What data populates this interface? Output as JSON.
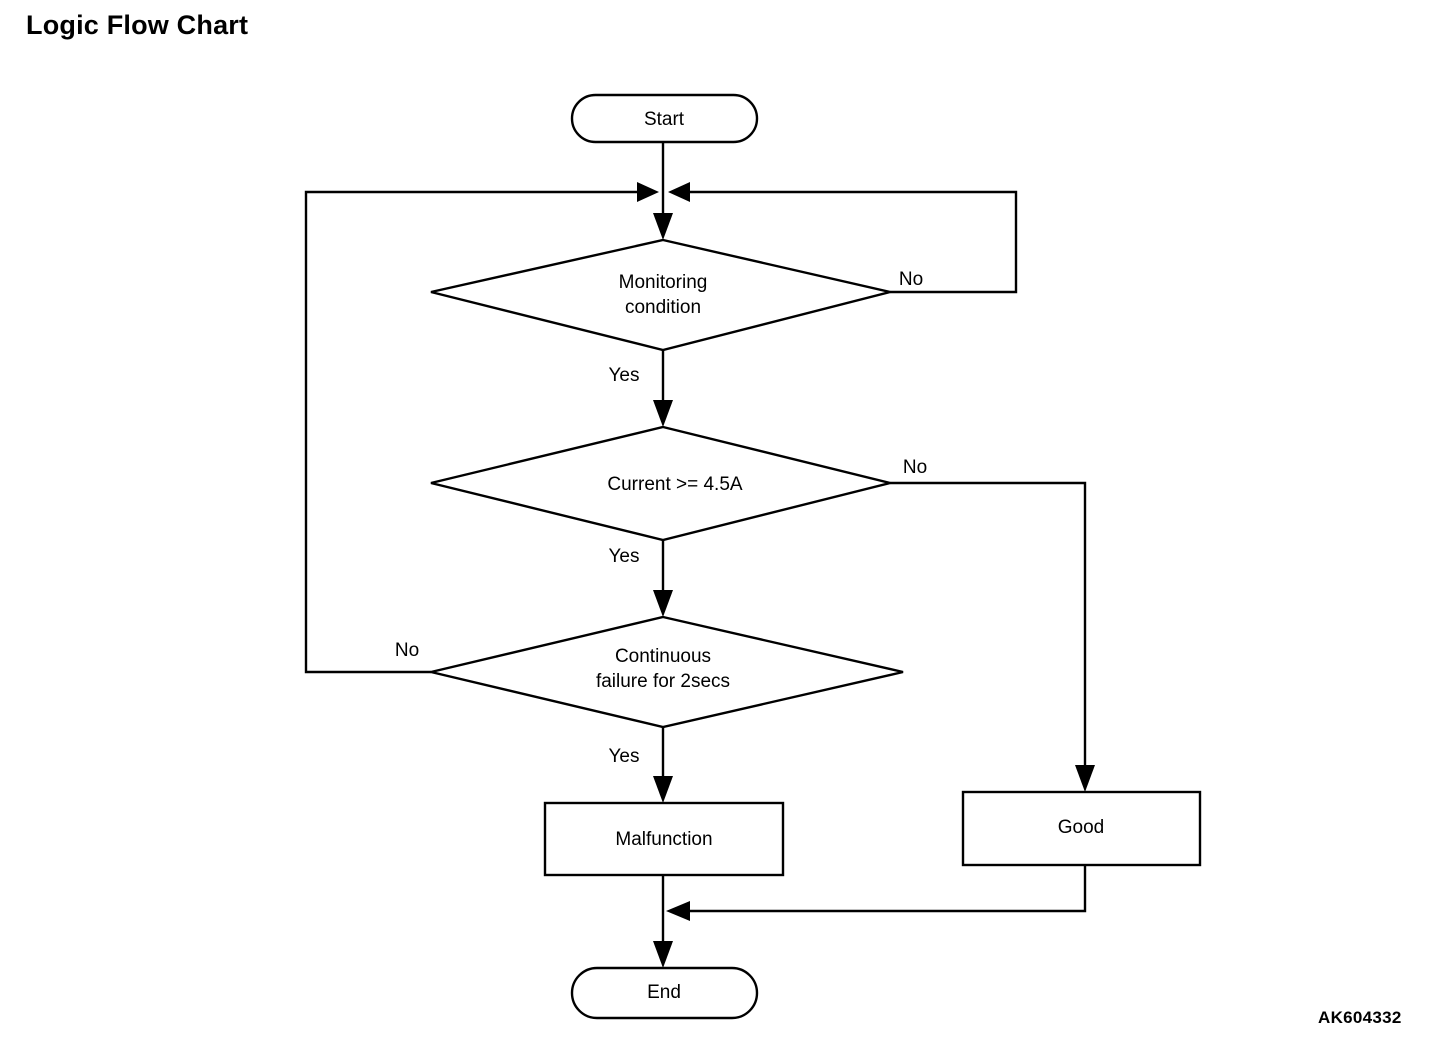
{
  "page": {
    "title": "Logic Flow Chart",
    "reference_code": "AK604332",
    "background_color": "#ffffff",
    "line_color": "#000000"
  },
  "chart_data": {
    "type": "diagram",
    "diagram_kind": "flowchart",
    "title": "Logic Flow Chart",
    "nodes": [
      {
        "id": "start",
        "shape": "terminator",
        "label": "Start"
      },
      {
        "id": "monitoring",
        "shape": "decision",
        "label": "Monitoring condition",
        "label_line1": "Monitoring",
        "label_line2": "condition"
      },
      {
        "id": "current",
        "shape": "decision",
        "label": "Current >= 4.5A",
        "label_line1": "Current >= 4.5A",
        "label_line2": ""
      },
      {
        "id": "continuous",
        "shape": "decision",
        "label": "Continuous failure for 2secs",
        "label_line1": "Continuous",
        "label_line2": "failure for 2secs"
      },
      {
        "id": "malfunction",
        "shape": "process",
        "label": "Malfunction"
      },
      {
        "id": "good",
        "shape": "process",
        "label": "Good"
      },
      {
        "id": "end",
        "shape": "terminator",
        "label": "End"
      }
    ],
    "edges": [
      {
        "from": "start",
        "to": "monitoring",
        "label": ""
      },
      {
        "from": "monitoring",
        "to": "current",
        "label": "Yes"
      },
      {
        "from": "monitoring",
        "to": "monitoring",
        "label": "No"
      },
      {
        "from": "current",
        "to": "continuous",
        "label": "Yes"
      },
      {
        "from": "current",
        "to": "good",
        "label": "No"
      },
      {
        "from": "continuous",
        "to": "malfunction",
        "label": "Yes"
      },
      {
        "from": "continuous",
        "to": "monitoring",
        "label": "No"
      },
      {
        "from": "malfunction",
        "to": "end",
        "label": ""
      },
      {
        "from": "good",
        "to": "end",
        "label": ""
      }
    ]
  },
  "labels": {
    "start": "Start",
    "monitoring_line1": "Monitoring",
    "monitoring_line2": "condition",
    "monitoring_no": "No",
    "monitoring_yes": "Yes",
    "current": "Current >= 4.5A",
    "current_no": "No",
    "current_yes": "Yes",
    "continuous_line1": "Continuous",
    "continuous_line2": "failure for 2secs",
    "continuous_no": "No",
    "continuous_yes": "Yes",
    "malfunction": "Malfunction",
    "good": "Good",
    "end": "End"
  }
}
